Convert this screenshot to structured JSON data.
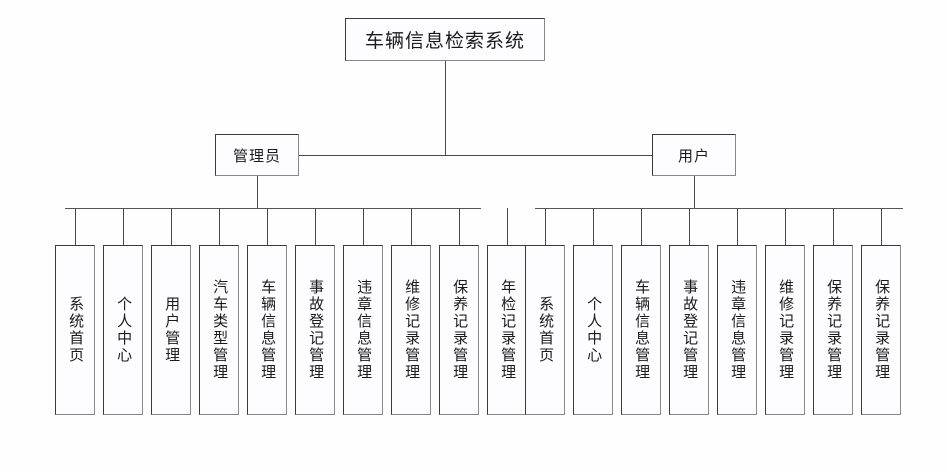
{
  "diagram": {
    "type": "organizational-tree",
    "title": "车辆信息检索系统",
    "root": {
      "label": "车辆信息检索系统"
    },
    "branches": [
      {
        "id": "admin",
        "label": "管理员",
        "children": [
          "系统首页",
          "个人中心",
          "用户管理",
          "汽车类型管理",
          "车辆信息管理",
          "事故登记管理",
          "违章信息管理",
          "维修记录管理",
          "保养记录管理",
          "年检记录管理"
        ]
      },
      {
        "id": "user",
        "label": "用户",
        "children": [
          "系统首页",
          "个人中心",
          "车辆信息管理",
          "事故登记管理",
          "违章信息管理",
          "维修记录管理",
          "保养记录管理",
          "保养记录管理"
        ]
      }
    ],
    "colors": {
      "background": "#fefeff",
      "box_fill": "#fdfdff",
      "box_border": "#3a3a3a",
      "line": "#4a4a4a",
      "text": "#1b1b1b"
    }
  }
}
